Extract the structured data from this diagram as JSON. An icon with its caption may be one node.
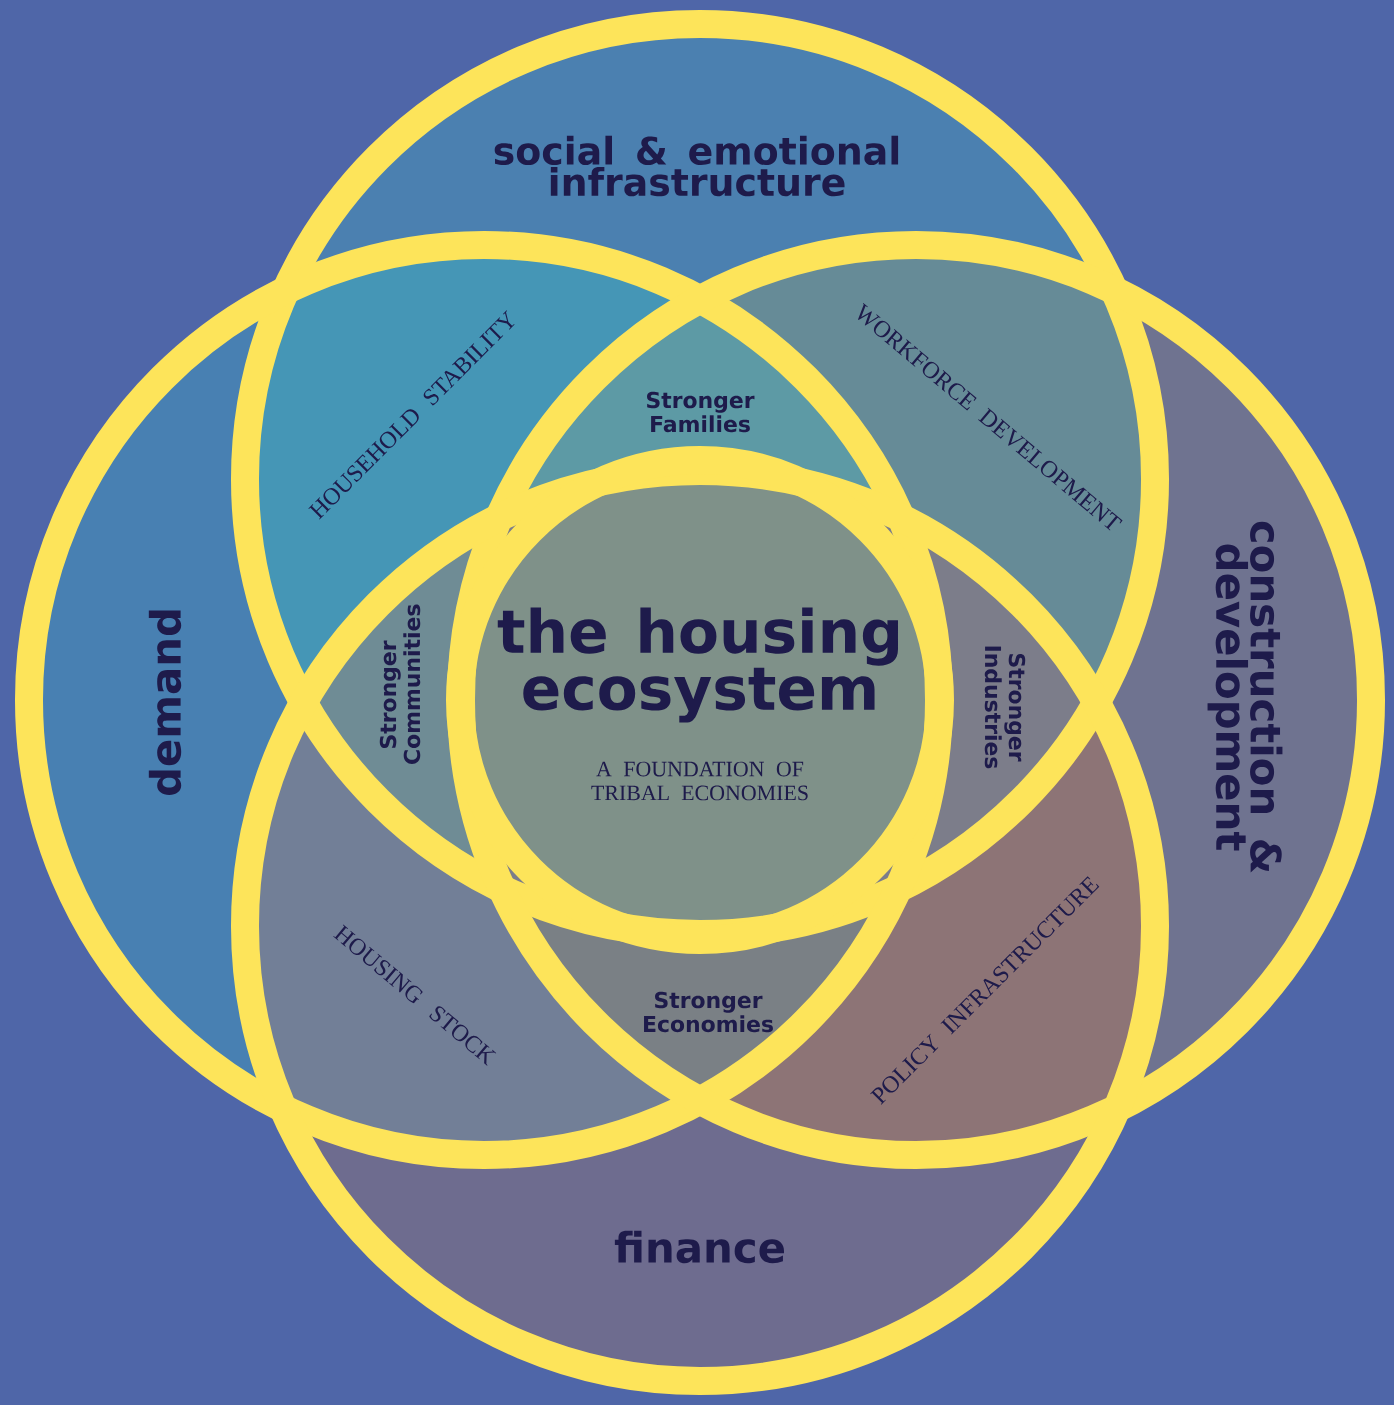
{
  "diagram": {
    "nodes": [
      {
        "text": [
          "social & emotional infrastructure"
        ]
      },
      {
        "text": [
          "demand"
        ]
      },
      {
        "text": [
          "construction & development"
        ]
      },
      {
        "text": [
          "finance"
        ]
      },
      {
        "text": [
          "the housing ecosystem",
          "A FOUNDATION OF TRIBAL ECONOMIES"
        ]
      }
    ],
    "labels": [
      "HOUSEHOLD STABILITY",
      "Stronger Families",
      "WORKFORCE DEVELOPMENT",
      "Stronger Communities",
      "Stronger Industries",
      "HOUSING STOCK",
      "Stronger Economies",
      "POLICY INFRASTRUCTURE"
    ]
  }
}
